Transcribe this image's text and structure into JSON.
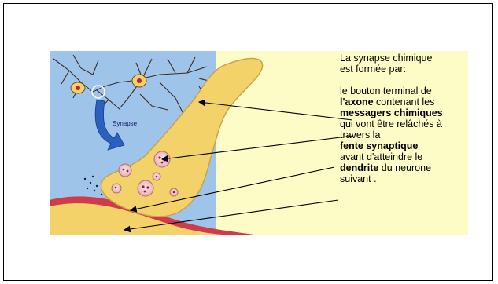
{
  "figure": {
    "synapse_label": "Synapse",
    "colors": {
      "panel_left": "#9fc4ea",
      "panel_right": "#fdfbc6",
      "neuron": "#f3d26a",
      "vesicle": "#f6cfcf",
      "dendrite_membrane": "#d03a4a",
      "arrow": "#2b5fc0"
    }
  },
  "caption": {
    "line1": "La synapse chimique",
    "line2": "est formée par:",
    "p2_a": "le bouton terminal de",
    "p2_b_bold": "l'axone",
    "p2_b_rest": " contenant les",
    "p2_c_bold": "messagers chimiques",
    "p2_d": "qui vont être relâchés à",
    "p2_e": "travers la",
    "p2_f_bold": "fente synaptique",
    "p2_g": "avant d'atteindre le",
    "p2_h_bold": "dendrite",
    "p2_h_rest": " du neurone",
    "p2_i": "suivant ."
  }
}
